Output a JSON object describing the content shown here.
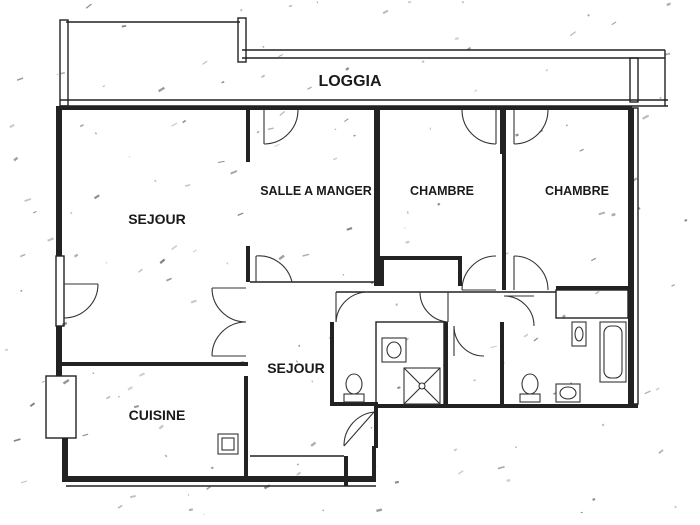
{
  "plan": {
    "rooms": {
      "loggia": "LOGGIA",
      "sejour_main": "SEJOUR",
      "salle_a_manger": "SALLE A MANGER",
      "chambre_1": "CHAMBRE",
      "chambre_2": "CHAMBRE",
      "sejour_hall": "SEJOUR",
      "cuisine": "CUISINE"
    }
  }
}
